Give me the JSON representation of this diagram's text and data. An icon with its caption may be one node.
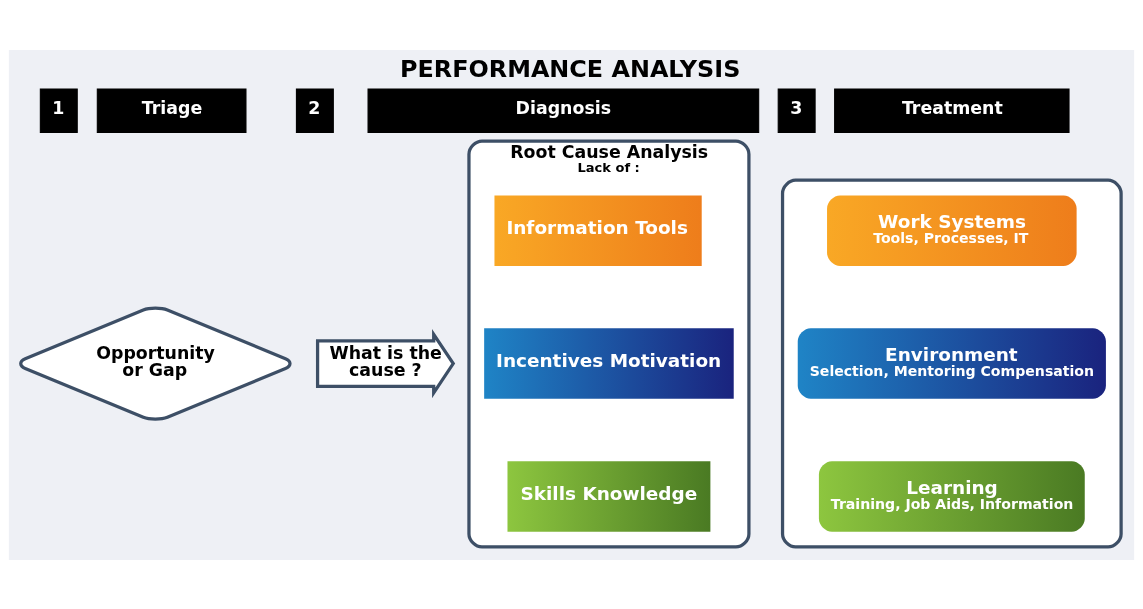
{
  "diagram": {
    "title": "PERFORMANCE ANALYSIS",
    "nodes": [
      {
        "text": [
          "1"
        ]
      },
      {
        "text": [
          "Triage"
        ]
      },
      {
        "text": [
          "2"
        ]
      },
      {
        "text": [
          "Diagnosis"
        ]
      },
      {
        "text": [
          "3"
        ]
      },
      {
        "text": [
          "Treatment"
        ]
      },
      {
        "text": [
          "Opportunity or Gap"
        ]
      },
      {
        "text": [
          "What is the cause ?"
        ]
      },
      {
        "text": [
          "Root Cause Analysis",
          "Lack of :"
        ]
      },
      {
        "text": [
          "Information Tools"
        ],
        "in": 8
      },
      {
        "text": [
          "Incentives Motivation"
        ],
        "in": 8
      },
      {
        "text": [
          "Skills Knowledge"
        ],
        "in": 8
      },
      {
        "text": [],
        "shape": "box"
      },
      {
        "text": [
          "Work Systems",
          "Tools, Processes, IT"
        ],
        "in": 12
      },
      {
        "text": [
          "Environment",
          "Selection, Mentoring Compensation"
        ],
        "in": 12
      },
      {
        "text": [
          "Learning",
          "Training, Job Aids, Information"
        ],
        "in": 12
      }
    ]
  }
}
